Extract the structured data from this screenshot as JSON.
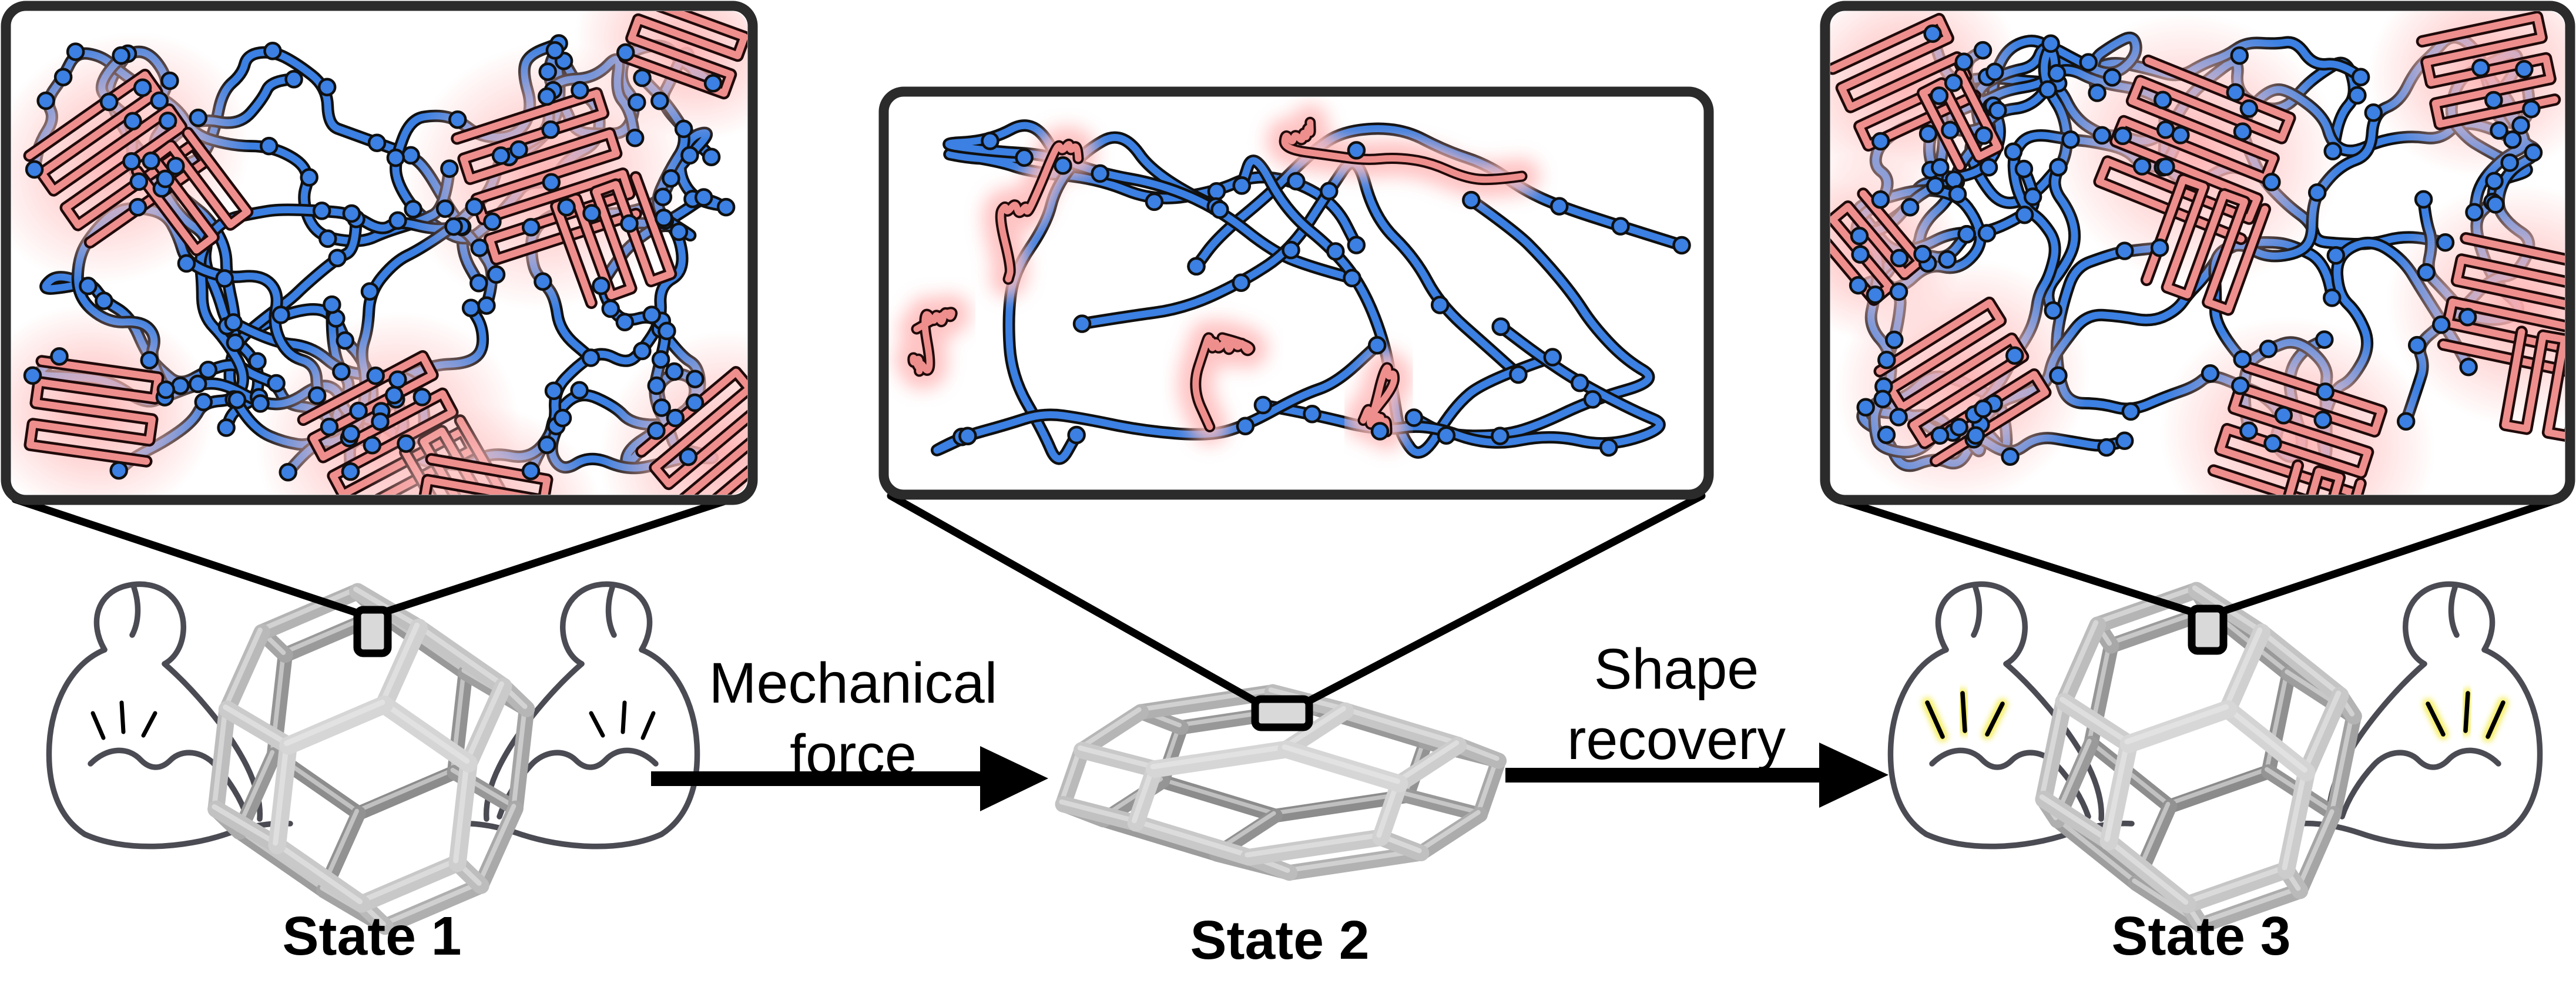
{
  "figure": {
    "type": "shape-memory-polymer-scheme",
    "background": "#ffffff"
  },
  "states": [
    {
      "label": "State 1",
      "structure": "expanded-framework",
      "arms": "flexed",
      "inset": "folded-domains"
    },
    {
      "label": "State 2",
      "structure": "compressed-framework",
      "arms": "none",
      "inset": "stretched-chains"
    },
    {
      "label": "State 3",
      "structure": "recovered-framework",
      "arms": "flexed-sparkle",
      "inset": "folded-domains"
    }
  ],
  "arrows": [
    {
      "label": "Mechanical force",
      "lines": [
        "Mechanical",
        "force"
      ],
      "direction": "right"
    },
    {
      "label": "Shape recovery",
      "lines": [
        "Shape",
        "recovery"
      ],
      "direction": "right"
    }
  ],
  "insets": [
    {
      "for_state": "State 1",
      "content": "crosslinked-blue-network-with-folded-red-domains"
    },
    {
      "for_state": "State 2",
      "content": "stretched-blue-network-with-unfolded-glowing-red-chains"
    },
    {
      "for_state": "State 3",
      "content": "crosslinked-blue-network-with-refolded-red-domains"
    }
  ],
  "colors": {
    "chain_blue": "#3b80e2",
    "chain_outline": "#101010",
    "domain_red": "#ee8f8d",
    "domain_outline": "#200a0a",
    "domain_glow": "#ffbdbd",
    "panel_border": "#2b2b2b",
    "tube_light": "#d8d8d8",
    "tube_dark": "#8a8a8a",
    "arm_line": "#4b4b54",
    "sparkle_yellow": "#f2ea43",
    "callout_black": "#000000",
    "text": "#000000",
    "background": "#ffffff"
  }
}
